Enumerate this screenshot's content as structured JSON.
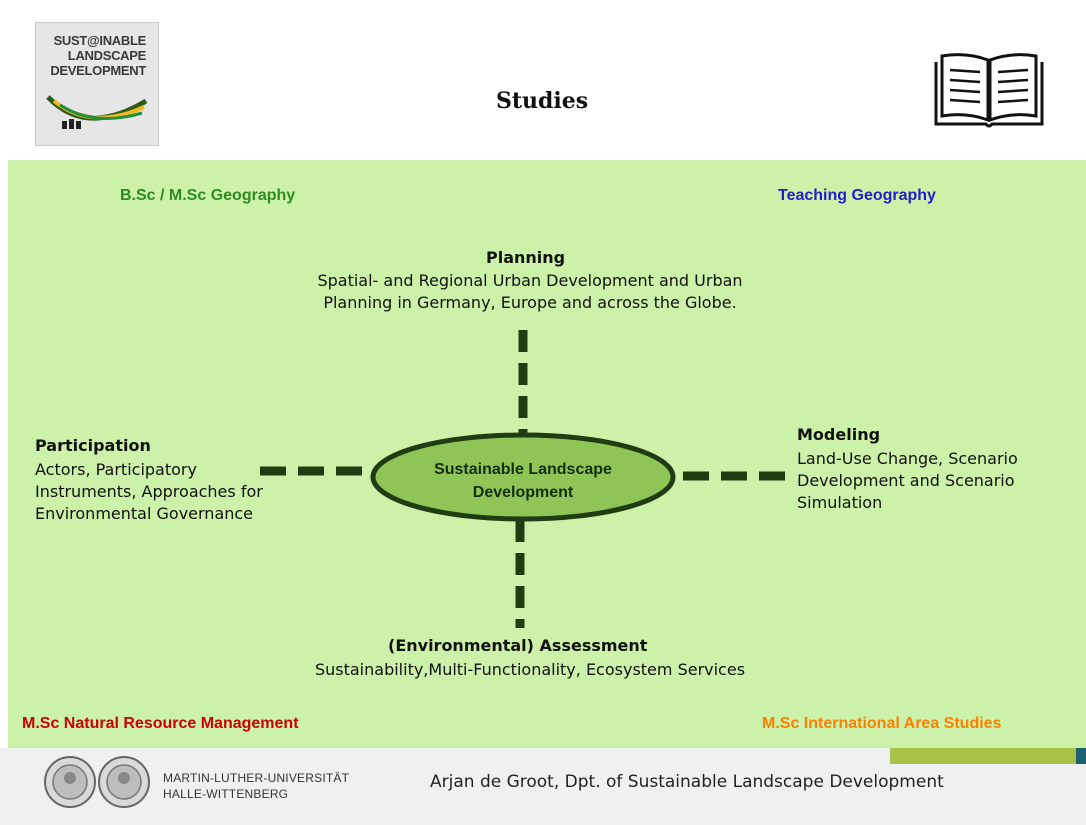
{
  "header": {
    "logo_lines": [
      "SUST@INABLE",
      "LANDSCAPE",
      "DEVELOPMENT"
    ],
    "title": "Studies",
    "icon": "book-icon"
  },
  "programs": {
    "top_left": "B.Sc / M.Sc Geography",
    "top_right": "Teaching Geography",
    "bottom_left": "M.Sc Natural Resource Management",
    "bottom_right": "M.Sc International Area Studies"
  },
  "center": {
    "line1": "Sustainable Landscape",
    "line2": "Development"
  },
  "planning": {
    "title": "Planning",
    "line1": "Spatial- and Regional Urban Development and Urban",
    "line2": "Planning in Germany, Europe and across the Globe."
  },
  "participation": {
    "title": "Participation",
    "line1": "Actors, Participatory",
    "line2": "Instruments, Approaches for",
    "line3": "Environmental Governance"
  },
  "modeling": {
    "title": "Modeling",
    "line1": "Land-Use Change, Scenario",
    "line2": "Development and Scenario",
    "line3": "Simulation"
  },
  "assessment": {
    "title": "(Environmental) Assessment",
    "line1": "Sustainability,Multi-Functionality, Ecosystem Services"
  },
  "footer": {
    "university_line1": "MARTIN-LUTHER-UNIVERSITÄT",
    "university_line2": "HALLE-WITTENBERG",
    "author": "Arjan de Groot, Dpt. of Sustainable Landscape Development"
  },
  "colors": {
    "panel": "#ccf2a9",
    "connector": "#1f3d12",
    "ellipse_fill": "#8fc556",
    "top_left": "#2e8b1f",
    "top_right": "#1f1fc8",
    "bottom_left": "#cc0000",
    "bottom_right": "#ff7f00"
  }
}
